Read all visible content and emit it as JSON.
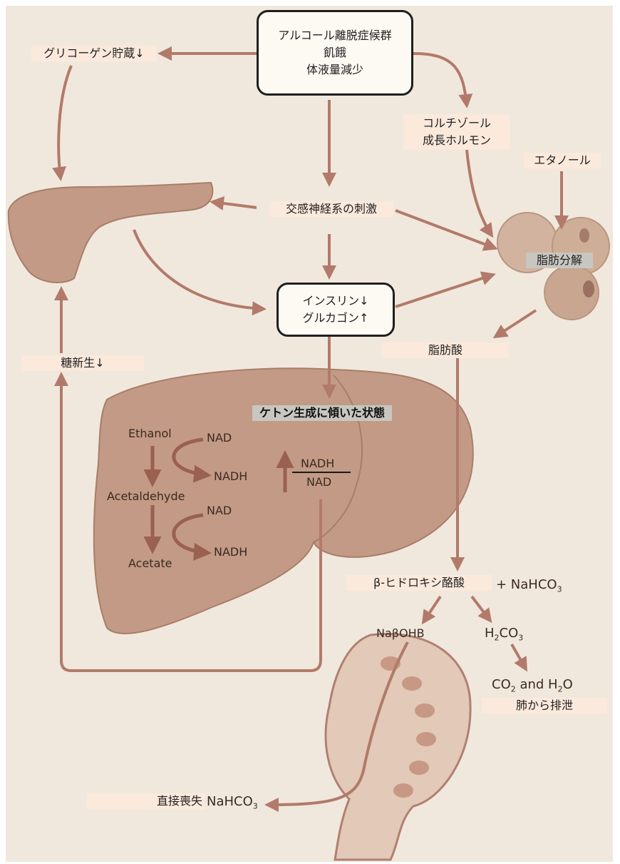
{
  "stress_box": [
    "アルコール離脱症候群",
    "飢餓",
    "体液量減少"
  ],
  "glycogen": "グリコーゲン貯蔵↓",
  "cortisol": [
    "コルチゾール",
    "成長ホルモン"
  ],
  "ethanol_jp": "エタノール",
  "sympathetic": "交感神経系の刺激",
  "lipolysis": "脂肪分解",
  "insulin_box": [
    "インスリン↓",
    "グルカゴン↑"
  ],
  "gluconeogenesis": "糖新生↓",
  "fatty_acid": "脂肪酸",
  "ketogenic": "ケトン生成に傾いた状態",
  "liver_pathway": {
    "ethanol": "Ethanol",
    "acetaldehyde": "Acetaldehyde",
    "acetate": "Acetate",
    "nad_1": "NAD",
    "nadh_1": "NADH",
    "nad_2": "NAD",
    "nadh_2": "NADH",
    "ratio_top": "NADH",
    "ratio_bottom": "NAD"
  },
  "bohb": "β-ヒドロキシ酪酸",
  "plus_nahco3": "+ NaHCO",
  "subscript_3": "3",
  "subscript_2": "2",
  "na_bohb": "NaβOHB",
  "h2co3": {
    "h": "H",
    "co": "CO",
    "three": "3"
  },
  "co2_h2o": {
    "co": "CO",
    "two": "2",
    "and_h": " and H",
    "two_b": "2",
    "o": "O"
  },
  "lungs": "肺から排泄",
  "direct_loss": "直接喪失",
  "nahco3_out": "NaHCO",
  "colors": {
    "arrow": "#b27a6a",
    "organ": "#c39a85",
    "background": "#f1e8dd"
  }
}
